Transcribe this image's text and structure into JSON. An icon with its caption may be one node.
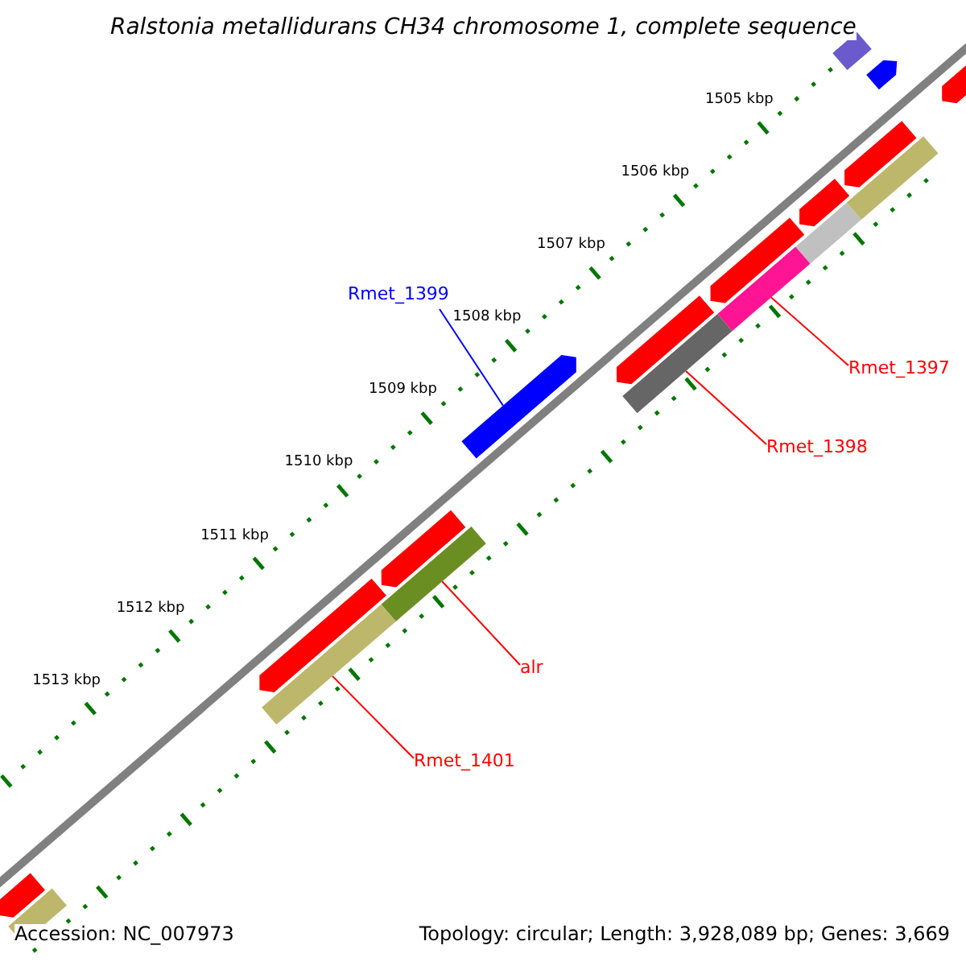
{
  "diagram": {
    "title": "Ralstonia metallidurans CH34 chromosome 1, complete sequence",
    "nodes": [
      {
        "text": [
          "Rmet_1399"
        ]
      },
      {
        "text": [],
        "shape": "bar"
      },
      {
        "text": [
          "Rmet_1397"
        ]
      },
      {
        "text": [],
        "shape": "bar"
      },
      {
        "text": [
          "Rmet_1398"
        ]
      },
      {
        "text": [],
        "shape": "bar"
      },
      {
        "text": [
          "alr"
        ]
      },
      {
        "text": [],
        "shape": "bar"
      },
      {
        "text": [
          "Rmet_1401"
        ]
      },
      {
        "text": [],
        "shape": "bar"
      }
    ],
    "edges": [
      {
        "from": 0,
        "to": 1,
        "arrow": "none",
        "color": "#0000ff"
      },
      {
        "from": 2,
        "to": 3,
        "arrow": "none"
      },
      {
        "from": 4,
        "to": 5,
        "arrow": "none"
      },
      {
        "from": 6,
        "to": 7,
        "arrow": "none"
      },
      {
        "from": 8,
        "to": 9,
        "arrow": "none"
      }
    ],
    "labels": [
      "1505 kbp",
      "1506 kbp",
      "1507 kbp",
      "1508 kbp",
      "1509 kbp",
      "1510 kbp",
      "1511 kbp",
      "1512 kbp",
      "1513 kbp",
      "Accession: NC_007973",
      "Topology: circular; Length: 3,928,089 bp; Genes: 3,669"
    ]
  }
}
